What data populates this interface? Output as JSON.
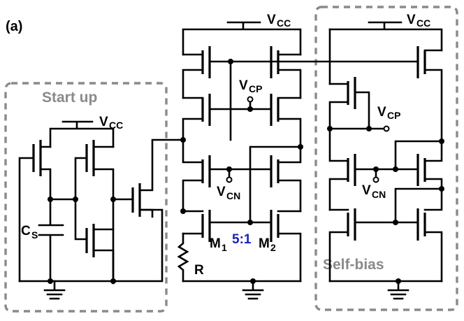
{
  "figure_label": "(a)",
  "sections": {
    "startup": "Start up",
    "selfbias": "Self-bias"
  },
  "supply": {
    "main": "V",
    "sub": "CC"
  },
  "nodes": {
    "vcp_main": "V",
    "vcp_sub": "CP",
    "vcn_main": "V",
    "vcn_sub": "CN"
  },
  "components": {
    "capacitor_main": "C",
    "capacitor_sub": "S",
    "resistor": "R",
    "m1_main": "M",
    "m1_sub": "1",
    "m2_main": "M",
    "m2_sub": "2",
    "ratio": "5:1"
  },
  "colors": {
    "box": "#8a8a8a",
    "ratio": "#1a22b8",
    "wire": "#000000"
  }
}
